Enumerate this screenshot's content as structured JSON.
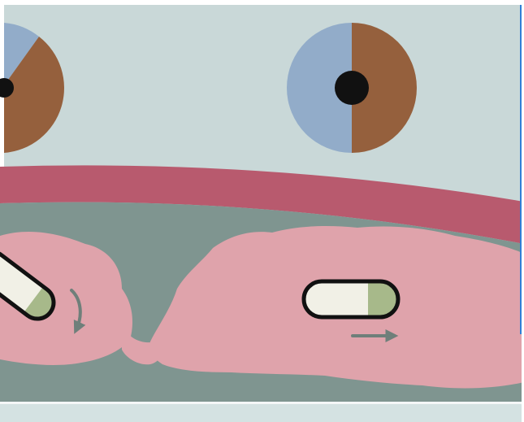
{
  "colors": {
    "background_light": "#c9d8d8",
    "wall_band": "#b85a6e",
    "tissue_dark": "#7f9590",
    "villi_pink": "#dfa3ab",
    "disc_blue": "#92acc9",
    "disc_brown": "#95603d",
    "capsule_body": "#f1f0e6",
    "capsule_tip": "#a7b98a",
    "arrow_gray": "#6f7f7a",
    "outline": "#111111",
    "edge_accent": "#2f7fd6"
  },
  "icons": {
    "left_disc": "half-blue-half-brown-disc",
    "right_disc": "half-blue-half-brown-disc",
    "left_capsule": "pill-capsule",
    "right_capsule": "pill-capsule",
    "left_arrow": "curved-arrow-down",
    "right_arrow": "straight-arrow-right"
  }
}
